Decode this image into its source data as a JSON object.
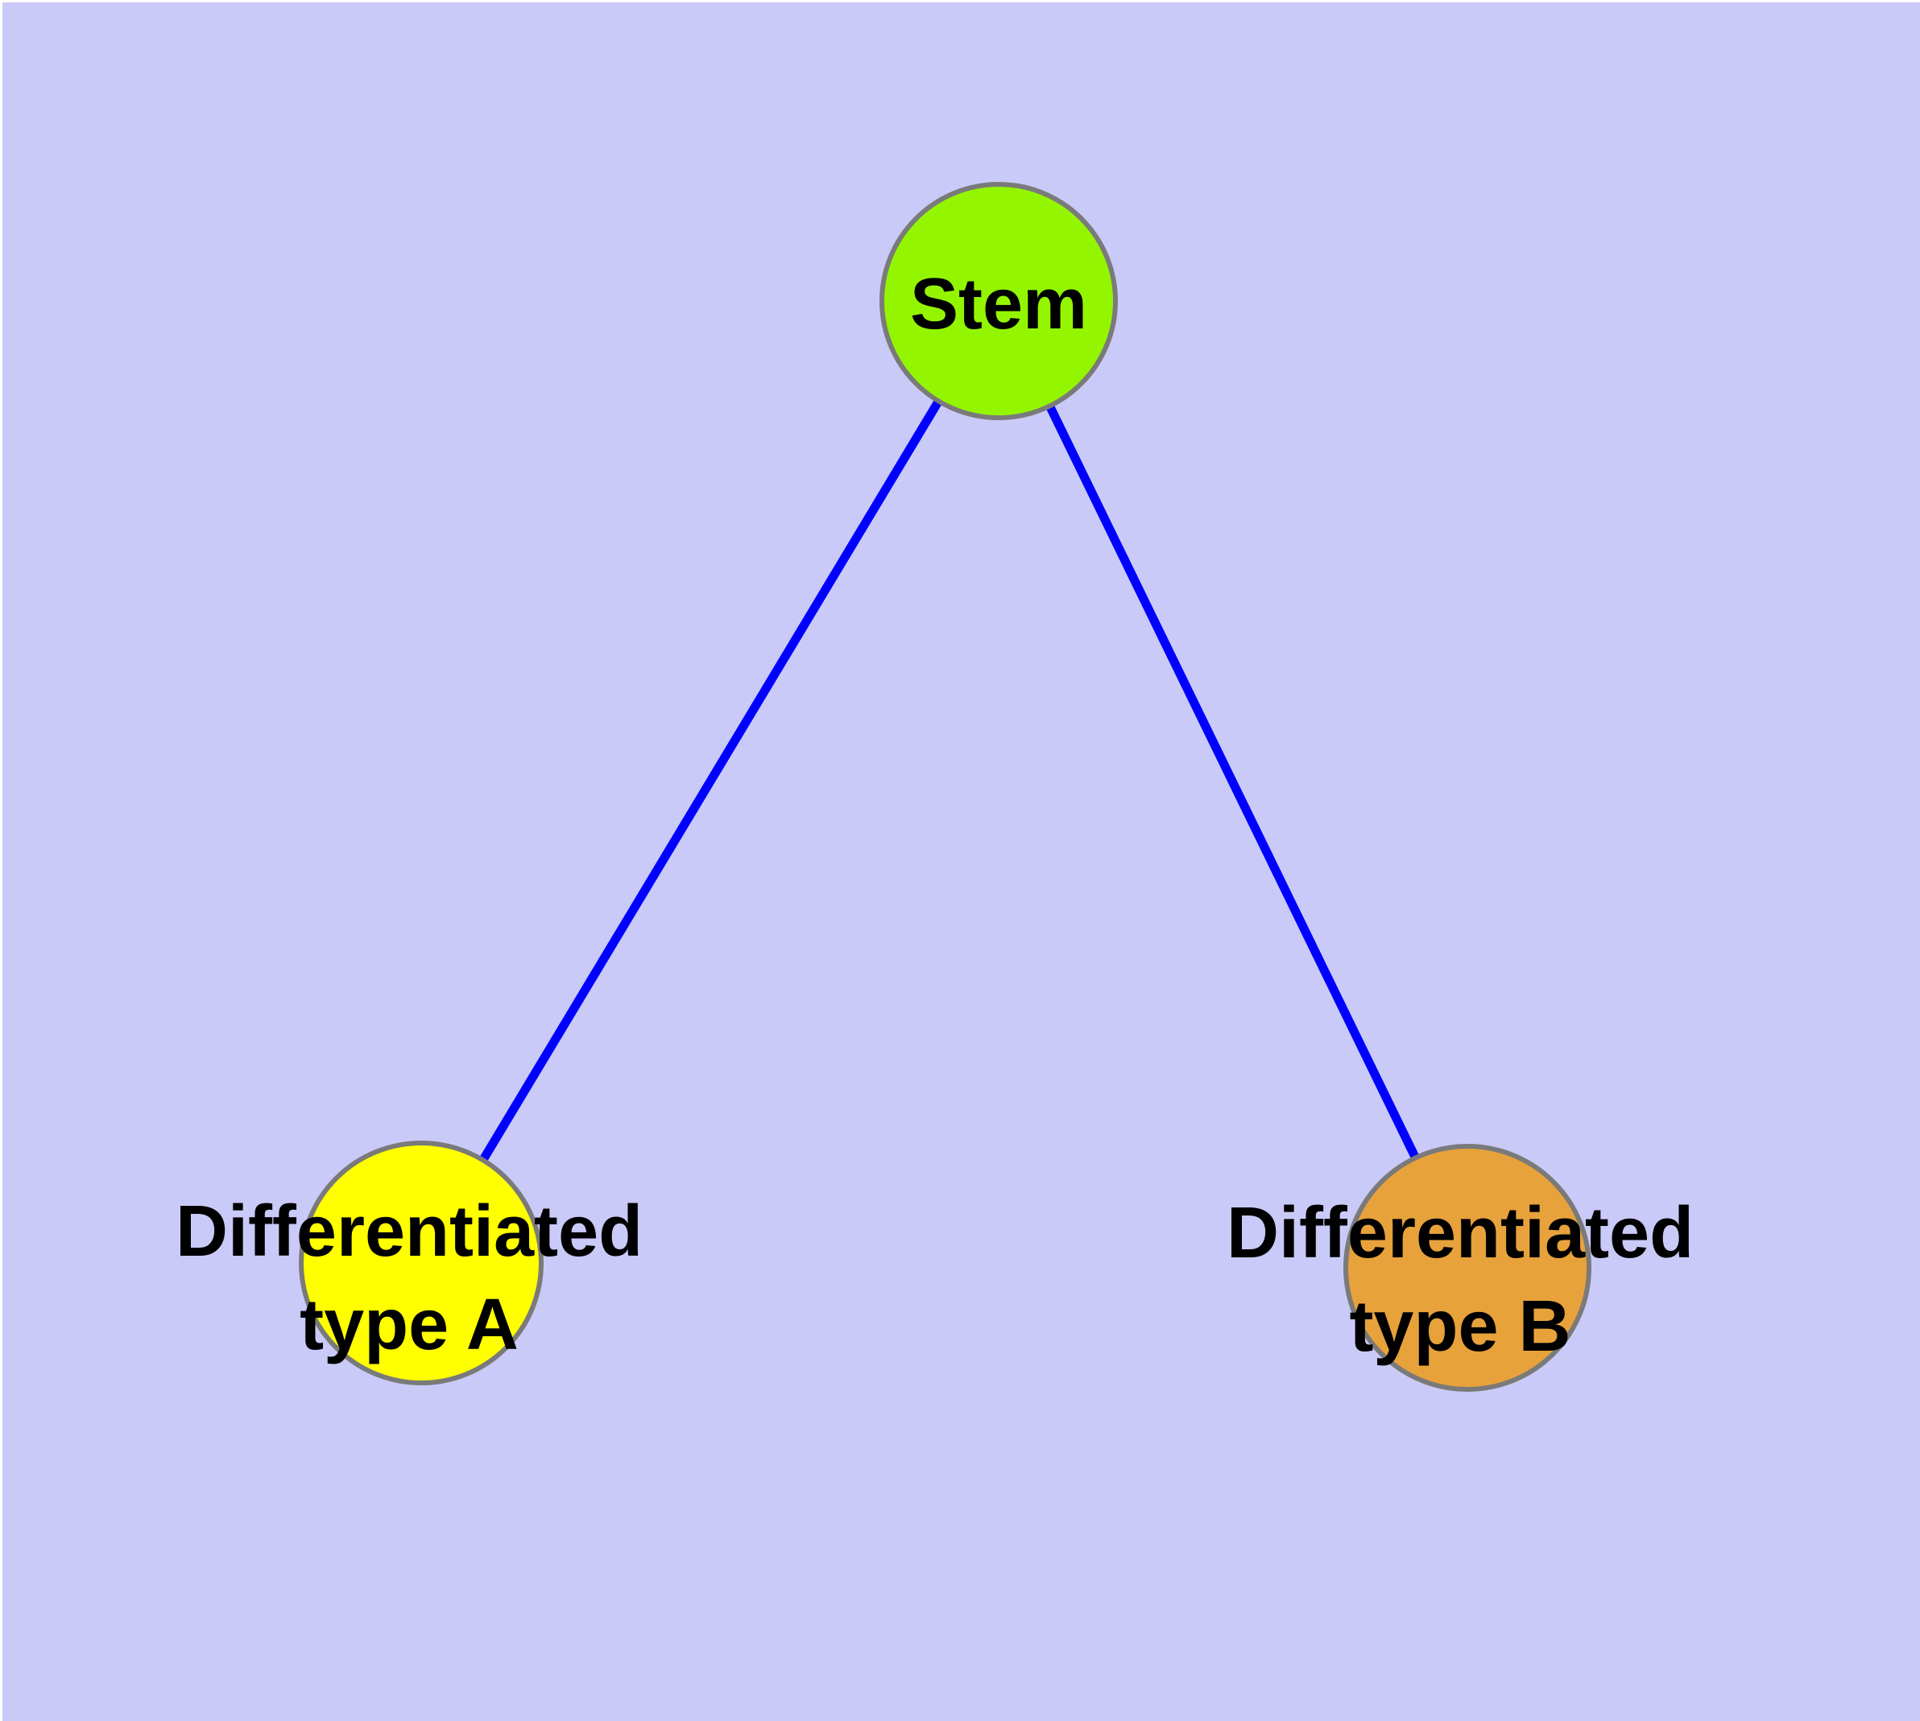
{
  "diagram": {
    "title": "",
    "background_color": "#cacaf8",
    "edge_color": "#0000fe",
    "node_border_color": "#7a7a7a",
    "label_color": "#000000",
    "nodes": [
      {
        "id": "stem",
        "label": "Stem",
        "fill": "#93f600"
      },
      {
        "id": "differentiated-type-a",
        "label": "Differentiated\ntype A",
        "fill": "#ffff00"
      },
      {
        "id": "differentiated-type-b",
        "label": "Differentiated\ntype B",
        "fill": "#e8a23b"
      }
    ],
    "edges": [
      {
        "from": "stem",
        "to": "differentiated-type-a"
      },
      {
        "from": "stem",
        "to": "differentiated-type-b"
      }
    ]
  }
}
